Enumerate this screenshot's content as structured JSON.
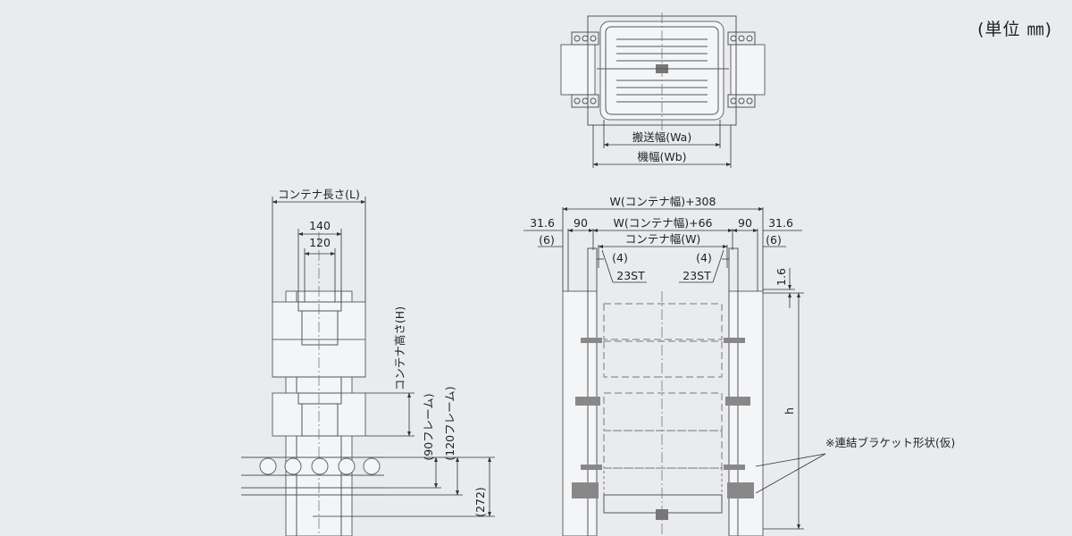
{
  "unit_label": "(単位 ㎜)",
  "top_view": {
    "wa_label": "搬送幅(Wa)",
    "wb_label": "機幅(Wb)"
  },
  "side_view": {
    "length_label": "コンテナ長さ(L)",
    "dim_140": "140",
    "dim_120": "120",
    "height_label": "コンテナ高さ(H)",
    "frame90_label": "(90フレーム)",
    "frame120_label": "(120フレーム)",
    "dim_272": "(272)"
  },
  "front_view": {
    "total_width": "W(コンテナ幅)+308",
    "inner_width": "W(コンテナ幅)+66",
    "left_316": "31.6",
    "left_90": "90",
    "right_90": "90",
    "right_316": "31.6",
    "left_6": "(6)",
    "right_6": "(6)",
    "container_width": "コンテナ幅(W)",
    "left_4": "(4)",
    "right_4": "(4)",
    "left_23st": "23ST",
    "right_23st": "23ST",
    "dim_16": "1.6",
    "h_label": "h",
    "bracket_note": "※連結ブラケット形状(仮)"
  }
}
